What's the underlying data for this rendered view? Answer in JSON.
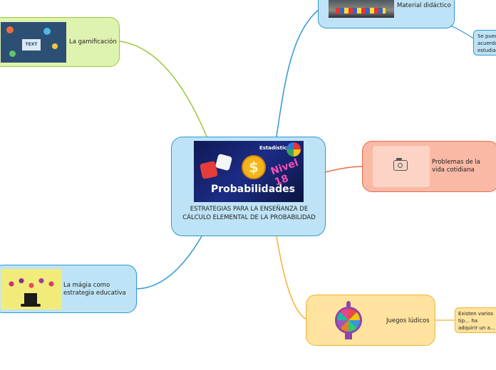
{
  "central": {
    "title": "ESTRATEGIAS PARA LA ENSEÑANZA DE CÁLCULO ELEMENTAL DE LA PROBABILIDAD",
    "image_text": {
      "badge": "Estadística",
      "level": "Nivel 18",
      "word": "Probabilidades",
      "symbol": "$"
    }
  },
  "branches": {
    "material": {
      "label": "Material didáctico"
    },
    "material_note": {
      "text": "Se pued… acuerdo… estudian…"
    },
    "gamificacion": {
      "label": "La gamificación",
      "icon_text": "TEXT"
    },
    "problemas": {
      "label": "Problemas de la vida cotidiana"
    },
    "magia": {
      "label": "La mágia como estrategia educativa"
    },
    "juegos": {
      "label": "Juegos lúdicos"
    },
    "juegos_note": {
      "text": "Existen varios tip… ha adquirir un a… a la enseñanza d…"
    }
  },
  "colors": {
    "blue": "#bfe3f6",
    "blue_border": "#2f97d3",
    "green": "#dff3b0",
    "green_border": "#9bc83c",
    "orange": "#fab9a6",
    "orange_border": "#e96b48",
    "yellow": "#ffe39e",
    "yellow_border": "#f2b233"
  }
}
